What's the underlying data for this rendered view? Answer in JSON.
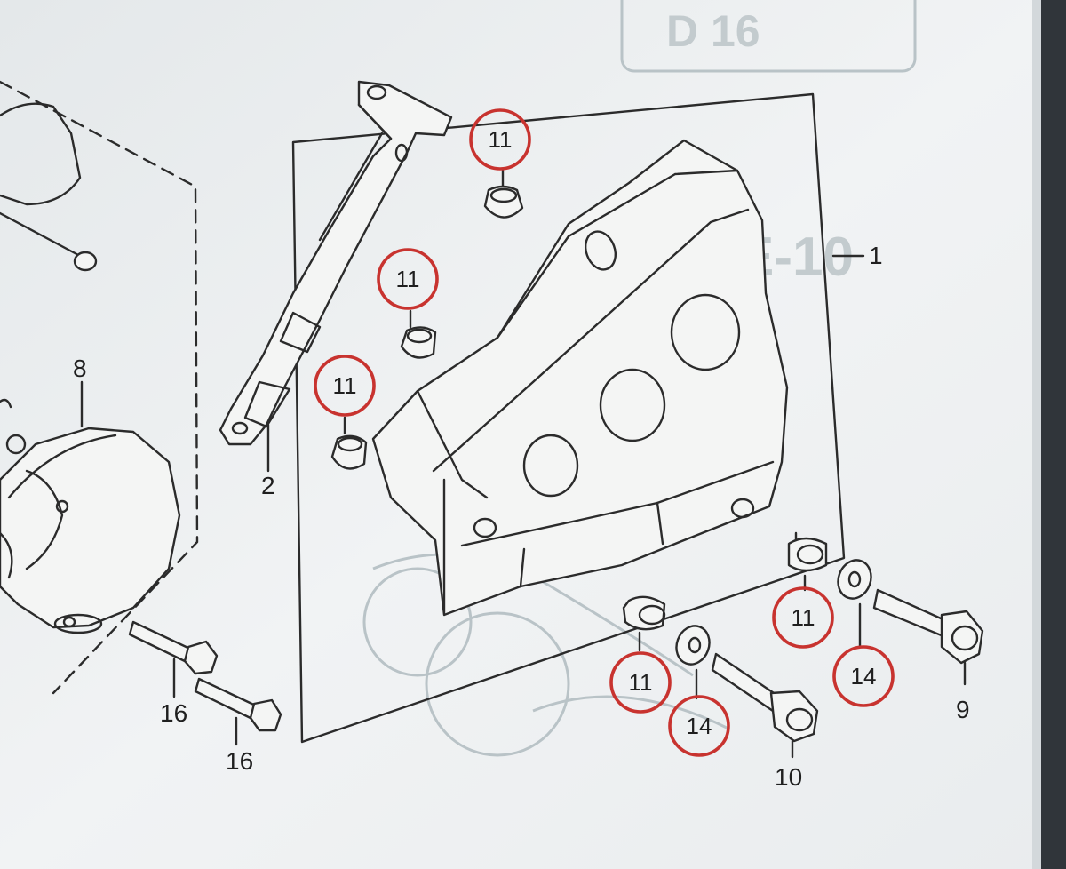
{
  "colors": {
    "paper": "#eef1f2",
    "ink": "#2b2b2b",
    "highlight": "#c8332f",
    "bleed_through": "#c3cbce"
  },
  "part_labels": [
    {
      "id": "1",
      "text": "1"
    },
    {
      "id": "2",
      "text": "2"
    },
    {
      "id": "8",
      "text": "8"
    },
    {
      "id": "9",
      "text": "9"
    },
    {
      "id": "10",
      "text": "10"
    },
    {
      "id": "16a",
      "text": "16"
    },
    {
      "id": "16b",
      "text": "16"
    }
  ],
  "callouts": [
    {
      "id": "c1",
      "text": "11"
    },
    {
      "id": "c2",
      "text": "11"
    },
    {
      "id": "c3",
      "text": "11"
    },
    {
      "id": "c4",
      "text": "11"
    },
    {
      "id": "c5",
      "text": "11"
    },
    {
      "id": "c6",
      "text": "14"
    },
    {
      "id": "c7",
      "text": "14"
    }
  ],
  "bleed_through_text": {
    "page_ref_top": "D 16",
    "page_ref_mid": "E-10"
  }
}
